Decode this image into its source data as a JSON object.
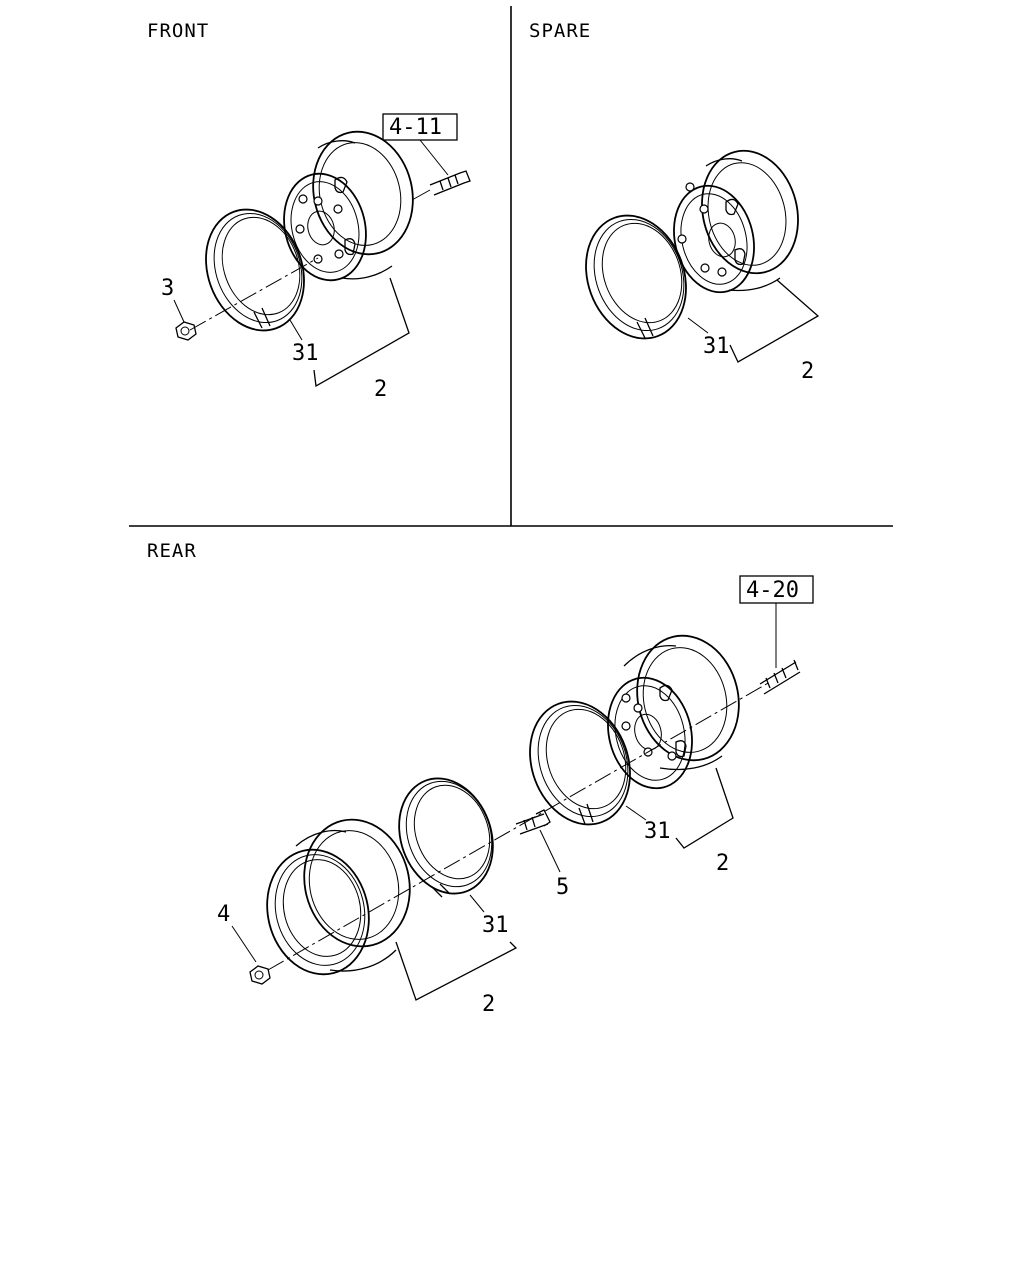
{
  "sections": {
    "front": "FRONT",
    "spare": "SPARE",
    "rear": "REAR"
  },
  "front": {
    "ref_box": "4-11",
    "callout_nut": "3",
    "callout_ring": "31",
    "callout_wheel": "2"
  },
  "spare": {
    "callout_ring": "31",
    "callout_wheel": "2"
  },
  "rear": {
    "ref_box": "4-20",
    "callout_ring_outer": "31",
    "callout_wheel_outer": "2",
    "callout_stud": "5",
    "callout_nut": "4",
    "callout_ring_inner": "31",
    "callout_wheel_inner": "2"
  }
}
